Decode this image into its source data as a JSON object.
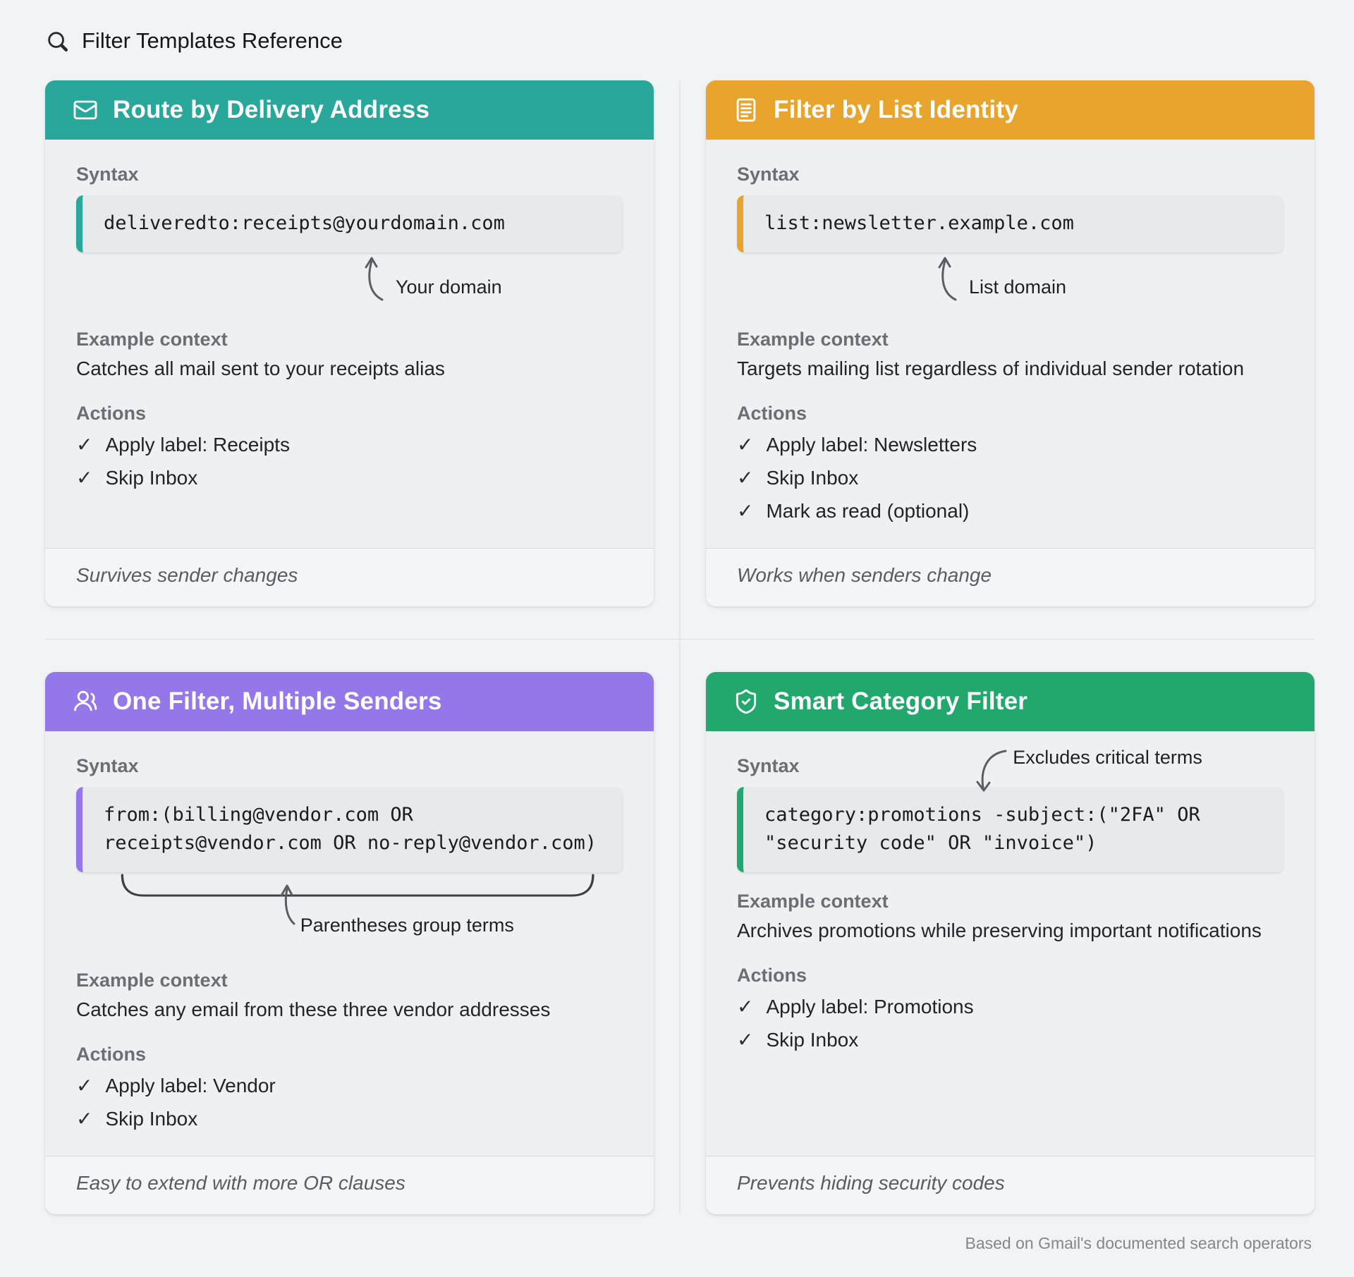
{
  "page": {
    "title": "Filter Templates Reference",
    "title_icon": "magnifier-icon",
    "attribution": "Based on Gmail's documented search operators"
  },
  "labels": {
    "syntax": "Syntax",
    "context": "Example context",
    "actions": "Actions"
  },
  "accent_colors": {
    "teal": "#29a79a",
    "amber": "#e8a42d",
    "purple": "#9478ea",
    "green": "#22a86d"
  },
  "cards": [
    {
      "id": "route-by-delivery-address",
      "icon": "envelope-icon",
      "accent": "#29a79a",
      "title": "Route by Delivery Address",
      "code": [
        "deliveredto:receipts@yourdomain.com"
      ],
      "annotation": "Your domain",
      "context": "Catches all mail sent to your receipts alias",
      "actions": [
        "Apply label: Receipts",
        "Skip Inbox"
      ],
      "footer": "Survives sender changes"
    },
    {
      "id": "filter-by-list-identity",
      "icon": "list-icon",
      "accent": "#e8a42d",
      "title": "Filter by List Identity",
      "code": [
        "list:newsletter.example.com"
      ],
      "annotation": "List domain",
      "context": "Targets mailing list regardless of individual sender rotation",
      "actions": [
        "Apply label: Newsletters",
        "Skip Inbox",
        "Mark as read (optional)"
      ],
      "footer": "Works when senders change"
    },
    {
      "id": "one-filter-multiple-senders",
      "icon": "users-icon",
      "accent": "#9478ea",
      "title": "One Filter, Multiple Senders",
      "code": [
        "from:(billing@vendor.com OR",
        "receipts@vendor.com OR no-reply@vendor.com)"
      ],
      "annotation": "Parentheses group terms",
      "context": "Catches any email from these three vendor addresses",
      "actions": [
        "Apply label: Vendor",
        "Skip Inbox"
      ],
      "footer": "Easy to extend with more OR clauses"
    },
    {
      "id": "smart-category-filter",
      "icon": "shield-check-icon",
      "accent": "#22a86d",
      "title": "Smart Category Filter",
      "code": [
        "category:promotions -subject:(\"2FA\" OR",
        "\"security code\" OR \"invoice\")"
      ],
      "annotation": "Excludes critical terms",
      "context": "Archives promotions while preserving important notifications",
      "actions": [
        "Apply label: Promotions",
        "Skip Inbox"
      ],
      "footer": "Prevents hiding security codes"
    }
  ]
}
